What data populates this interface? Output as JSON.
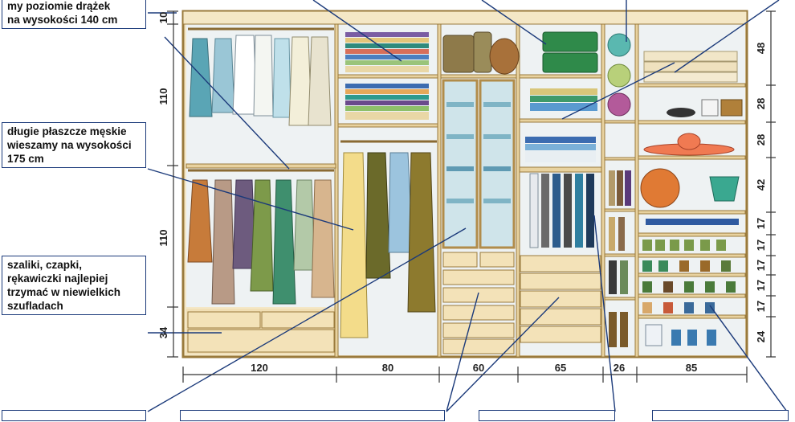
{
  "callouts": {
    "top_left": "my poziomie drążek\nna wysokości 140 cm",
    "coats": "długie płaszcze męskie\nwieszamy na wysokości\n175 cm",
    "scarves": "szaliki, czapki,\nrękawiczki najlepiej\ntrzymać w niewielkich\nszufladach",
    "bottom_1": "",
    "bottom_2": "",
    "bottom_3": "",
    "bottom_4": ""
  },
  "dimensions": {
    "widths": [
      "120",
      "80",
      "60",
      "65",
      "26",
      "85"
    ],
    "left_heights": [
      "10",
      "110",
      "110",
      "34"
    ],
    "right_heights": [
      "48",
      "28",
      "28",
      "42",
      "17",
      "17",
      "17",
      "17",
      "17",
      "24"
    ]
  },
  "colors": {
    "cabinet_fill": "#f4e7c6",
    "cabinet_edge": "#9a7a3c",
    "interior": "#eef2f3",
    "leader_line": "#1b3a7a",
    "callout_border": "#1b3a7a"
  }
}
